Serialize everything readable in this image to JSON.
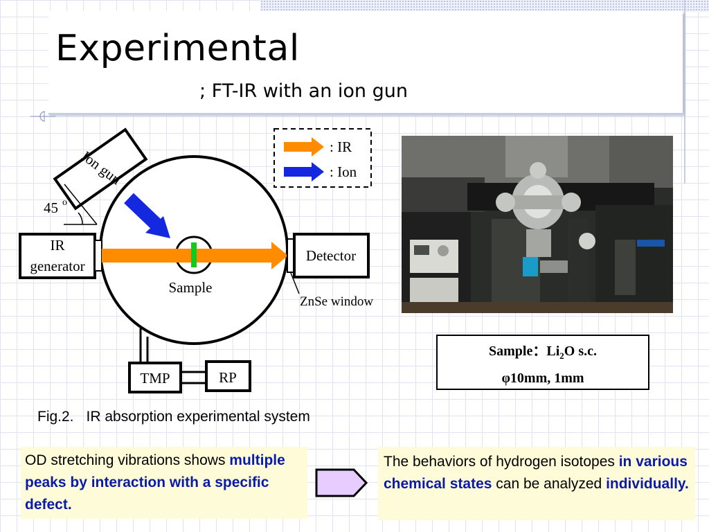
{
  "title": "Experimental",
  "subtitle": "; FT-IR with an ion gun",
  "diagram": {
    "ion_gun_label": "Ion gun",
    "angle_label": "45",
    "angle_unit": "o",
    "ir_generator_line1": "IR",
    "ir_generator_line2": "generator",
    "detector_label": "Detector",
    "sample_label": "Sample",
    "znse_label": "ZnSe window",
    "tmp_label": "TMP",
    "rp_label": "RP",
    "legend_ir": ": IR",
    "legend_ion": ": Ion",
    "colors": {
      "ir_beam": "#ff8c00",
      "ion_beam": "#1428e0",
      "sample": "#16c81e"
    }
  },
  "sample_info": {
    "prefix": "Sample：Li",
    "subscript": "2",
    "suffix": "O s.c.",
    "size": "φ10mm, 1mm"
  },
  "figure_caption": {
    "number": "Fig.2.",
    "text": "IR absorption experimental system"
  },
  "left_box": {
    "plain": "OD stretching vibrations shows ",
    "emphasis": "multiple peaks by interaction with a specific defect."
  },
  "right_box": {
    "plain1": "The behaviors of hydrogen isotopes ",
    "emphasis1": "in various chemical states",
    "plain2": " can be analyzed ",
    "emphasis2": "individually."
  },
  "colors": {
    "emphasis_text": "#0a1aa8",
    "text_box_bg": "#fefbd8",
    "arrow_fill": "#e6ccff"
  }
}
